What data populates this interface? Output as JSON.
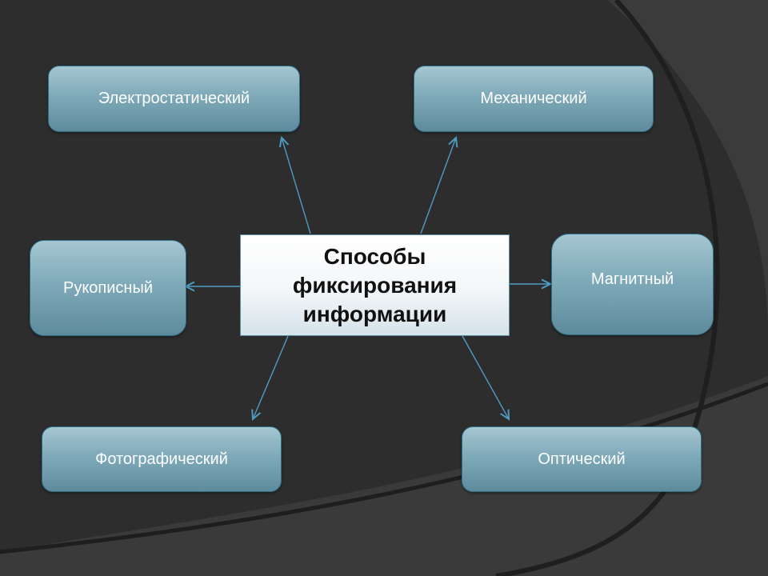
{
  "diagram": {
    "center": {
      "line1": "Способы",
      "line2": "фиксирования",
      "line3": "информации"
    },
    "nodes": {
      "electrostatic": "Электростатический",
      "mechanical": "Механический",
      "handwritten": "Рукописный",
      "magnetic": "Магнитный",
      "photographic": "Фотографический",
      "optical": "Оптический"
    }
  },
  "colors": {
    "background": "#2b2b2b",
    "node_fill": "#7faab9",
    "node_border": "#2f6f86",
    "connector": "#4f9cc3",
    "center_fill": "#ffffff"
  }
}
